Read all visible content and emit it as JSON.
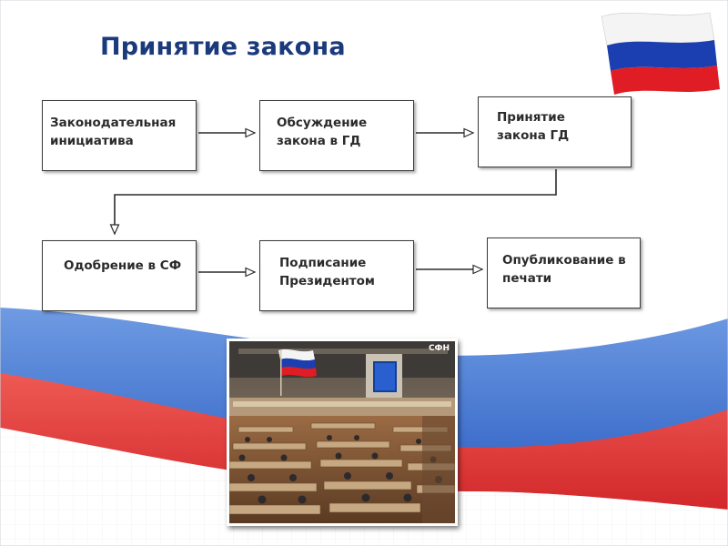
{
  "title": "Принятие закона",
  "steps": [
    {
      "label": "Законодательная инициатива"
    },
    {
      "label": "Обсуждение закона в ГД"
    },
    {
      "label": "Принятие закона ГД"
    },
    {
      "label": "Одобрение в СФ"
    },
    {
      "label": "Подписание Президентом"
    },
    {
      "label": "Опубликование в печати"
    }
  ],
  "edges": [
    {
      "from": 0,
      "to": 1
    },
    {
      "from": 1,
      "to": 2
    },
    {
      "from": 2,
      "to": 3
    },
    {
      "from": 3,
      "to": 4
    },
    {
      "from": 4,
      "to": 5
    }
  ],
  "photo": {
    "watermark": "СФН"
  },
  "colors": {
    "title": "#1a3a7c",
    "flag_white": "#ffffff",
    "flag_blue": "#1b3fb0",
    "flag_red": "#e01c24",
    "wave_blue": "#4a7fd6",
    "wave_red": "#e03a3a"
  }
}
